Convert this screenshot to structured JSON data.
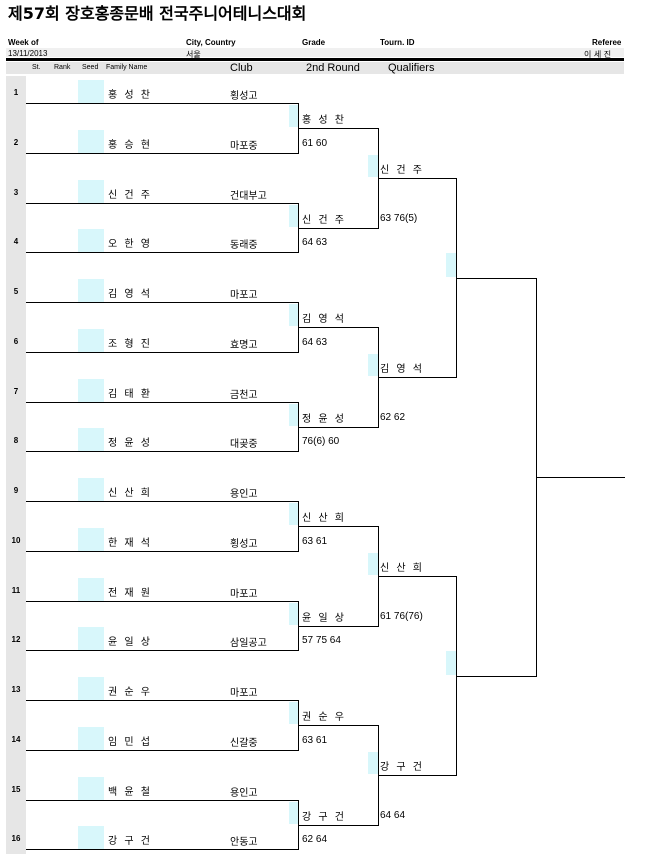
{
  "title": "제57회 장호홍종문배 전국주니어테니스대회",
  "header": {
    "week_of_label": "Week of",
    "week_of_value": "13/11/2013",
    "city_label": "City, Country",
    "city_value": "서울",
    "grade_label": "Grade",
    "tourn_label": "Tourn. ID",
    "referee_label": "Referee",
    "referee_value": "이 세 진"
  },
  "columns": {
    "st": "St.",
    "rank": "Rank",
    "seed": "Seed",
    "family_name": "Family Name",
    "club": "Club",
    "round2": "2nd Round",
    "qualifiers": "Qualifiers"
  },
  "players": [
    {
      "num": "1",
      "name": "홍 성 찬",
      "club": "횡성고"
    },
    {
      "num": "2",
      "name": "홍 승 현",
      "club": "마포중"
    },
    {
      "num": "3",
      "name": "신 건 주",
      "club": "건대부고"
    },
    {
      "num": "4",
      "name": "오 한 영",
      "club": "동래중"
    },
    {
      "num": "5",
      "name": "김 영 석",
      "club": "마포고"
    },
    {
      "num": "6",
      "name": "조 형 진",
      "club": "효명고"
    },
    {
      "num": "7",
      "name": "김 태 환",
      "club": "금천고"
    },
    {
      "num": "8",
      "name": "정 윤 성",
      "club": "대곶중"
    },
    {
      "num": "9",
      "name": "신 산 희",
      "club": "용인고"
    },
    {
      "num": "10",
      "name": "한 재 석",
      "club": "횡성고"
    },
    {
      "num": "11",
      "name": "전 재 원",
      "club": "마포고"
    },
    {
      "num": "12",
      "name": "윤 일 상",
      "club": "삼일공고"
    },
    {
      "num": "13",
      "name": "권 순 우",
      "club": "마포고"
    },
    {
      "num": "14",
      "name": "임 민 섭",
      "club": "신갈중"
    },
    {
      "num": "15",
      "name": "백 윤 철",
      "club": "용인고"
    },
    {
      "num": "16",
      "name": "강 구 건",
      "club": "안동고"
    }
  ],
  "round2": [
    {
      "name": "홍 성 찬",
      "score": "61 60"
    },
    {
      "name": "신 건 주",
      "score": "64 63"
    },
    {
      "name": "김 영 석",
      "score": "64 63"
    },
    {
      "name": "정 윤 성",
      "score": "76(6) 60"
    },
    {
      "name": "신 산 희",
      "score": "63 61"
    },
    {
      "name": "윤 일 상",
      "score": "57 75 64"
    },
    {
      "name": "권 순 우",
      "score": "63 61"
    },
    {
      "name": "강 구 건",
      "score": "62 64"
    }
  ],
  "qualifiers": [
    {
      "name": "신 건 주",
      "score": "63 76(5)"
    },
    {
      "name": "김 영 석",
      "score": "62 62"
    },
    {
      "name": "신 산 희",
      "score": "61 76(76)"
    },
    {
      "name": "강 구 건",
      "score": "64 64"
    }
  ]
}
